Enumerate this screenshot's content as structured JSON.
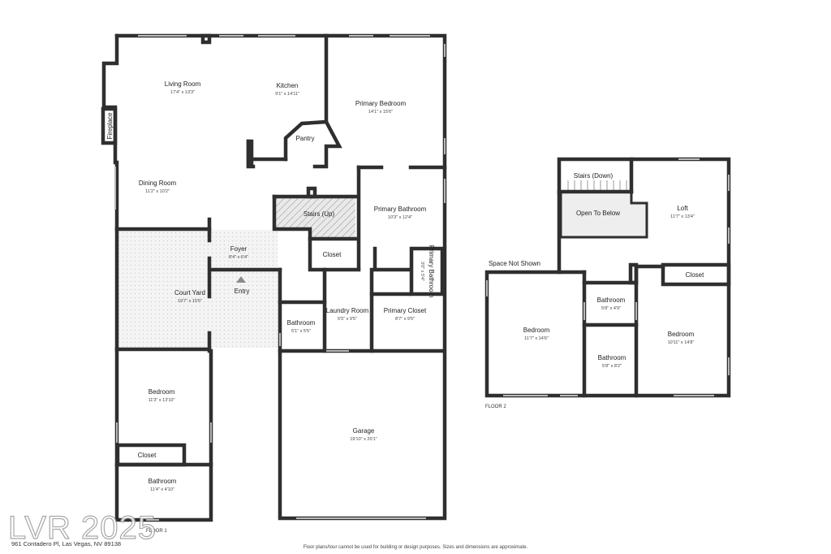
{
  "rooms_floor1": [
    {
      "name": "Living Room",
      "dim": "17'4\" x 13'3\""
    },
    {
      "name": "Kitchen",
      "dim": "9'1\" x 14'11\""
    },
    {
      "name": "Primary Bedroom",
      "dim": "14'1\" x 15'6\""
    },
    {
      "name": "Pantry",
      "dim": ""
    },
    {
      "name": "Fireplace",
      "dim": ""
    },
    {
      "name": "Dining Room",
      "dim": "11'2\" x 10'2\""
    },
    {
      "name": "Stairs (Up)",
      "dim": ""
    },
    {
      "name": "Primary Bathroom",
      "dim": "10'3\" x 12'4\""
    },
    {
      "name": "Foyer",
      "dim": "8'4\" x 6'4\""
    },
    {
      "name": "Closet",
      "dim": ""
    },
    {
      "name": "Primary Bathroom",
      "dim": "3'0\" x 5'4\""
    },
    {
      "name": "Entry",
      "dim": ""
    },
    {
      "name": "Court Yard",
      "dim": "19'7\" x 15'5\""
    },
    {
      "name": "Laundry Room",
      "dim": "5'5\" x 9'5\""
    },
    {
      "name": "Primary Closet",
      "dim": "8'7\" x 9'5\""
    },
    {
      "name": "Bathroom",
      "dim": "5'1\" x 5'5\""
    },
    {
      "name": "Bedroom",
      "dim": "11'3\" x 13'10\""
    },
    {
      "name": "Garage",
      "dim": "19'10\" x 20'1\""
    },
    {
      "name": "Closet",
      "dim": ""
    },
    {
      "name": "Bathroom",
      "dim": "11'4\" x 4'10\""
    }
  ],
  "rooms_floor2": [
    {
      "name": "Stairs (Down)",
      "dim": ""
    },
    {
      "name": "Loft",
      "dim": "11'7\" x 13'4\""
    },
    {
      "name": "Open To Below",
      "dim": ""
    },
    {
      "name": "Space Not Shown",
      "dim": ""
    },
    {
      "name": "Closet",
      "dim": ""
    },
    {
      "name": "Bathroom",
      "dim": "5'8\" x 4'9\""
    },
    {
      "name": "Bedroom",
      "dim": "11'7\" x 14'6\""
    },
    {
      "name": "Bedroom",
      "dim": "10'11\" x 14'8\""
    },
    {
      "name": "Bathroom",
      "dim": "5'8\" x 8'2\""
    }
  ],
  "floor_labels": {
    "floor1": "FLOOR 1",
    "floor2": "FLOOR 2"
  },
  "disclaimer": "Floor plans/tour cannot be used for building or design purposes. Sizes and dimensions are approximate.",
  "watermark": "LVR 2025",
  "address": "961 Contadero Pl, Las Vegas, NV 89138",
  "colors": {
    "walls": "#2f2f2f",
    "windows": "#b9b9b9",
    "hatch": "#d9d9d9",
    "background": "#ffffff"
  }
}
